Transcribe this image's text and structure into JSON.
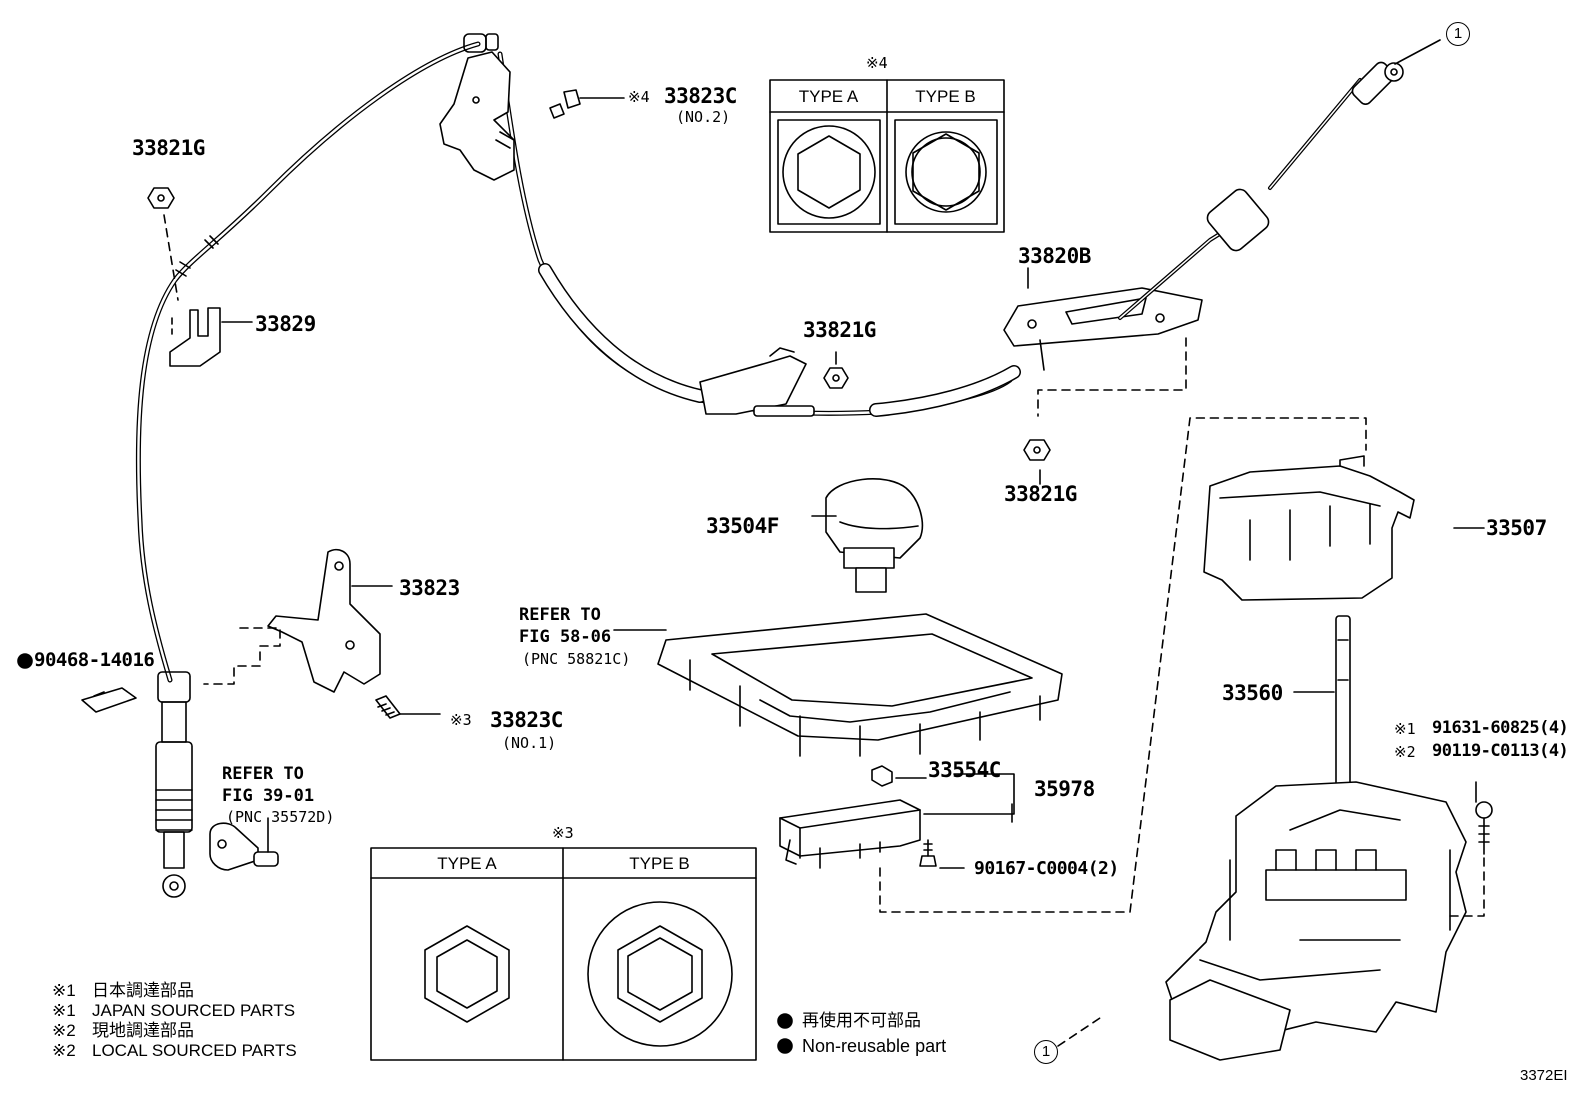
{
  "labels": {
    "p33821G_top": "33821G",
    "p33829": "33829",
    "p90468": "90468-14016",
    "p33823": "33823",
    "p33823C_no1": "33823C",
    "no1": "(NO.1)",
    "mark3_a": "※3",
    "p33823C_no2": "33823C",
    "no2": "(NO.2)",
    "mark4_a": "※4",
    "p33821G_mid": "33821G",
    "p33820B": "33820B",
    "p33821G_low": "33821G",
    "p33504F": "33504F",
    "p33507": "33507",
    "p33560": "33560",
    "p33554C": "33554C",
    "p35978": "35978",
    "p90167": "90167-C0004(2)",
    "p91631_mark": "※1",
    "p91631": "91631-60825(4)",
    "p90119_mark": "※2",
    "p90119": "90119-C0113(4)",
    "drawing_code": "3372EI"
  },
  "refs": {
    "fig3901": {
      "line1": "REFER TO",
      "line2": "FIG 39-01",
      "line3": "(PNC 35572D)"
    },
    "fig5806": {
      "line1": "REFER TO",
      "line2": "FIG 58-06",
      "line3": "(PNC 58821C)"
    }
  },
  "box4": {
    "mark": "※4",
    "type_a": "TYPE A",
    "type_b": "TYPE B"
  },
  "box3": {
    "mark": "※3",
    "type_a": "TYPE A",
    "type_b": "TYPE B"
  },
  "circle_marker": "1",
  "legend": [
    {
      "mark": "※1",
      "text": "日本調達部品"
    },
    {
      "mark": "※1",
      "text": "JAPAN SOURCED PARTS"
    },
    {
      "mark": "※2",
      "text": "現地調達部品"
    },
    {
      "mark": "※2",
      "text": "LOCAL SOURCED PARTS"
    }
  ],
  "nonreusable": {
    "jp": "再使用不可部品",
    "en": "Non-reusable part"
  }
}
